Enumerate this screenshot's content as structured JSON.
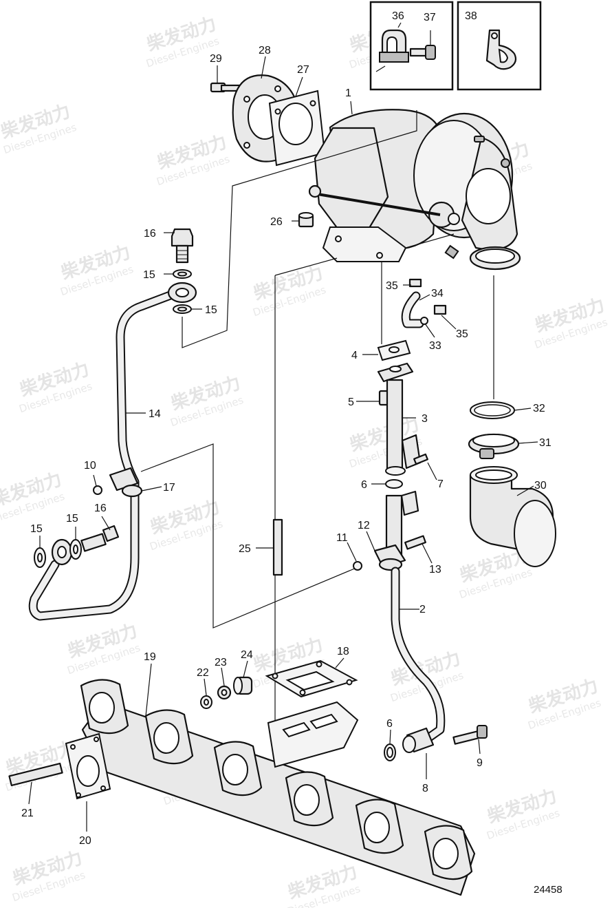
{
  "watermark": {
    "text": "柴发动力",
    "subtext": "Diesel-Engines"
  },
  "drawing_number": "24458",
  "callouts": {
    "c1": "1",
    "c2": "2",
    "c3": "3",
    "c4": "4",
    "c5": "5",
    "c6a": "6",
    "c6b": "6",
    "c7": "7",
    "c8": "8",
    "c9": "9",
    "c10": "10",
    "c11": "11",
    "c12": "12",
    "c13": "13",
    "c14": "14",
    "c15a": "15",
    "c15b": "15",
    "c15c": "15",
    "c15d": "15",
    "c16a": "16",
    "c16b": "16",
    "c17": "17",
    "c18": "18",
    "c19": "19",
    "c20": "20",
    "c21": "21",
    "c22": "22",
    "c23": "23",
    "c24": "24",
    "c25": "25",
    "c26": "26",
    "c27": "27",
    "c28": "28",
    "c29": "29",
    "c30": "30",
    "c31": "31",
    "c32": "32",
    "c33": "33",
    "c34": "34",
    "c35a": "35",
    "c35b": "35",
    "c36": "36",
    "c37": "37",
    "c38": "38"
  },
  "colors": {
    "line": "#111111",
    "fill": "#e9e9e9",
    "watermark": "#e4e4e4"
  }
}
